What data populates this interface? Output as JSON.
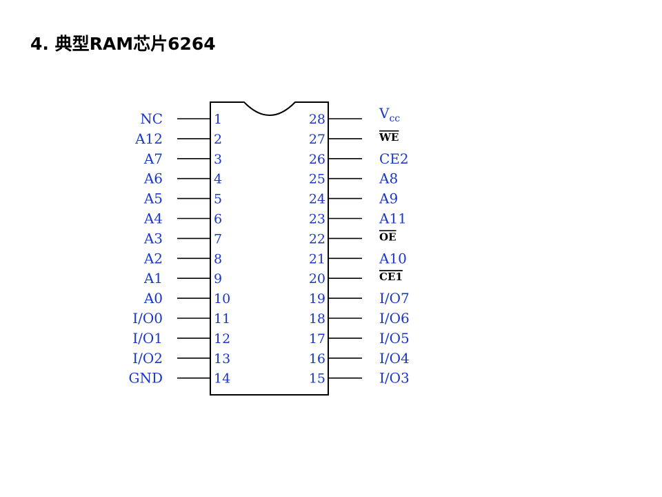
{
  "title": "4. 典型RAM芯片6264",
  "colors": {
    "pin_text": "#1a36c8",
    "outline": "#000000"
  },
  "chip": {
    "left_pins": [
      {
        "num": "1",
        "label": "NC"
      },
      {
        "num": "2",
        "label": "A12"
      },
      {
        "num": "3",
        "label": "A7"
      },
      {
        "num": "4",
        "label": "A6"
      },
      {
        "num": "5",
        "label": "A5"
      },
      {
        "num": "6",
        "label": "A4"
      },
      {
        "num": "7",
        "label": "A3"
      },
      {
        "num": "8",
        "label": "A2"
      },
      {
        "num": "9",
        "label": "A1"
      },
      {
        "num": "10",
        "label": "A0"
      },
      {
        "num": "11",
        "label": "I/O0"
      },
      {
        "num": "12",
        "label": "I/O1"
      },
      {
        "num": "13",
        "label": "I/O2"
      },
      {
        "num": "14",
        "label": "GND"
      }
    ],
    "right_pins": [
      {
        "num": "28",
        "label": "Vcc",
        "base": "V",
        "sub": "cc"
      },
      {
        "num": "27",
        "label": "WE",
        "overline": true
      },
      {
        "num": "26",
        "label": "CE2"
      },
      {
        "num": "25",
        "label": "A8"
      },
      {
        "num": "24",
        "label": "A9"
      },
      {
        "num": "23",
        "label": "A11"
      },
      {
        "num": "22",
        "label": "OE",
        "overline": true
      },
      {
        "num": "21",
        "label": "A10"
      },
      {
        "num": "20",
        "label": "CE1",
        "overline": true
      },
      {
        "num": "19",
        "label": "I/O7"
      },
      {
        "num": "18",
        "label": "I/O6"
      },
      {
        "num": "17",
        "label": "I/O5"
      },
      {
        "num": "16",
        "label": "I/O4"
      },
      {
        "num": "15",
        "label": "I/O3"
      }
    ]
  }
}
